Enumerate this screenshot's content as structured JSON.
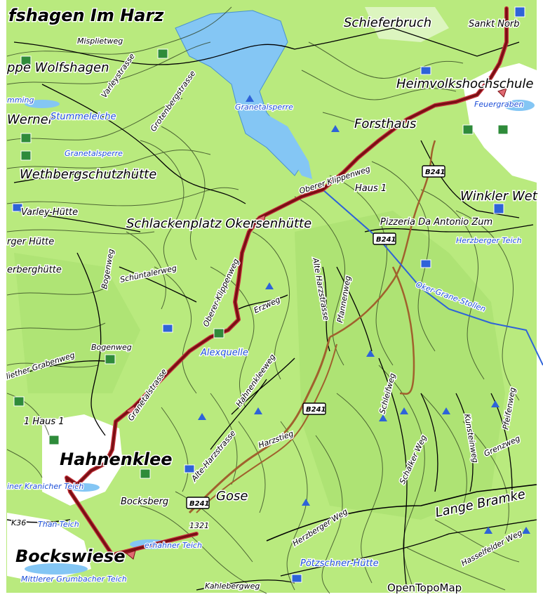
{
  "map": {
    "attribution": "OpenTopoMap",
    "colors": {
      "land": "#b9ea7e",
      "forest": "#a4dc6c",
      "water": "#84c6f4",
      "town": "#ffffff",
      "contour": "#2a3b1a",
      "route": "#7a0f14",
      "route_casing": "#c8353f",
      "tunnel": "#2e63d8",
      "highway": "#a0612d"
    },
    "places": {
      "wolfshagen": "fshagen Im Harz",
      "schieferbruch": "Schieferbruch",
      "sankt_norbert": "Sankt Norb",
      "heimvolkshochschule": "Heimvolkshochschule",
      "forsthaus": "Forsthaus",
      "haus1_east": "Haus 1",
      "winkler": "Winkler Wet",
      "pizzeria": "Pizzeria Da Antonio Zum",
      "schlackenplatz": "Schlackenplatz Okersenhütte",
      "hahnenklee": "Hahnenklee",
      "bocksberg": "Bocksberg",
      "gose": "Gose",
      "bockswiese": "Bockswiese",
      "haus1_west": "1 Haus 1",
      "misplietweg": "Misplietweg",
      "wolfshagen_south": "ppe Wolfshagen",
      "werner": "Werner",
      "wethberg": "Wethbergschutzhütte",
      "varley": "Varley-Hütte",
      "herzberger_huette": "rger Hütte",
      "ederberg": "erberghütte"
    },
    "water_labels": {
      "stummeleiche": "Stummeleiche",
      "granetalsperre_w": "Granetalsperre",
      "granetalsperre_n": "Granetalsperre",
      "feuergraben": "Feuergraben",
      "herzberger_teich": "Herzberger Teich",
      "oker_grane_stollen": "Oker-Grane-Stollen",
      "alexquelle": "Alexquelle",
      "kranicher_teich": "iner Kranicher Teich",
      "thanteich": "Than-Teich",
      "oberer_hahner_teich": "erhahner Teich",
      "mittlerer_grumbacher": "Mittlerer Grumbacher Teich",
      "poetzschner": "Pötzschner-Hütte",
      "mming": "mming"
    },
    "roads": {
      "varleystrasse": "Varleystrasse",
      "grotenbergstrasse": "Grotenbergstrasse",
      "oberer_klippenweg_e": "Oberer Klippenweg",
      "oberer_klippenweg_w": "Oberer-Klippenweg",
      "bogenweg_n": "Bogenweg",
      "bogenweg_s": "Bogenweg",
      "schuentalerweg": "Schüntalerweg",
      "erzweg": "Erzweg",
      "alte_harzstrasse_n": "Alte Harzstrasse",
      "pfannenweg": "Pfannenweg",
      "grabenweg": "liether Grabenweg",
      "granetalstrasse": "Granetalstrasse",
      "hahnenkleeweg": "Hahnenkleeweg",
      "alte_harzstrasse_s": "Alte-Harzstrasse",
      "harzstieg": "Harzstieg",
      "schleifweg": "Schleifweg",
      "schalkerweg": "Schalker Weg",
      "kunsteinweg": "Kunsteinweg",
      "pfeifenweg": "Pfeifenweg",
      "grenzweg": "Grenzweg",
      "lange_bramke": "Lange Bramke",
      "herzberger_weg": "Herzberger Weg",
      "hasselfelder_weg": "Hasselfelder Weg",
      "kahlebergweg": "Kahlebergweg",
      "road_k36": "K36",
      "elev_321": "1321"
    },
    "shields": {
      "b241_a": "B241",
      "b241_b": "B241",
      "b241_c": "B241",
      "b241_d": "B241"
    }
  }
}
